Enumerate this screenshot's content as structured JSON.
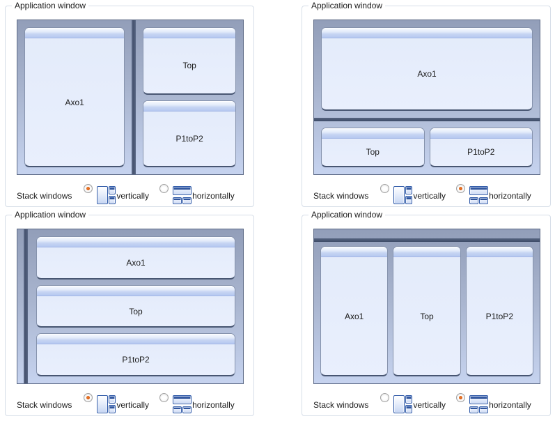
{
  "colors": {
    "radio_selected_dot": "#d2560f",
    "icon_blue_dark": "#24488e",
    "window_title_top": "#f8fbff",
    "window_title_bottom": "#b5c8f0",
    "panel_gradient_top": "#929eb9",
    "panel_gradient_bottom": "#c6d3ef",
    "splitter": "#45526e",
    "groupbox_border": "#d6dee8"
  },
  "panels": [
    {
      "title": "Application window",
      "layout": "left-window-right-stack",
      "windows": [
        "Axo1",
        "Top",
        "P1toP2"
      ],
      "controls": {
        "label": "Stack windows",
        "options": [
          {
            "label": "vertically",
            "icon": "stack-vertically-icon",
            "selected": true
          },
          {
            "label": "horizontally",
            "icon": "stack-horizontally-icon",
            "selected": false
          }
        ]
      }
    },
    {
      "title": "Application window",
      "layout": "top-window-bottom-row",
      "windows": [
        "Axo1",
        "Top",
        "P1toP2"
      ],
      "controls": {
        "label": "Stack windows",
        "options": [
          {
            "label": "vertically",
            "icon": "stack-vertically-icon",
            "selected": false
          },
          {
            "label": "horizontally",
            "icon": "stack-horizontally-icon",
            "selected": true
          }
        ]
      }
    },
    {
      "title": "Application window",
      "layout": "vertical-stack",
      "windows": [
        "Axo1",
        "Top",
        "P1toP2"
      ],
      "controls": {
        "label": "Stack windows",
        "options": [
          {
            "label": "vertically",
            "icon": "stack-vertically-icon",
            "selected": true
          },
          {
            "label": "horizontally",
            "icon": "stack-horizontally-icon",
            "selected": false
          }
        ]
      }
    },
    {
      "title": "Application window",
      "layout": "horizontal-row",
      "windows": [
        "Axo1",
        "Top",
        "P1toP2"
      ],
      "controls": {
        "label": "Stack windows",
        "options": [
          {
            "label": "vertically",
            "icon": "stack-vertically-icon",
            "selected": false
          },
          {
            "label": "horizontally",
            "icon": "stack-horizontally-icon",
            "selected": true
          }
        ]
      }
    }
  ]
}
